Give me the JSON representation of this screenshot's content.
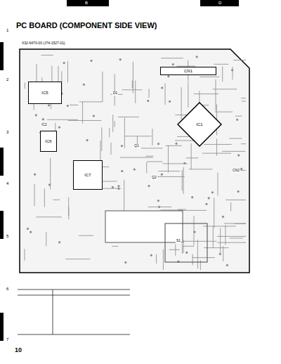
{
  "diagram": {
    "title": "PC BOARD (COMPONENT SIDE VIEW)",
    "nodes": [
      {
        "text": [
          "IC5"
        ]
      },
      {
        "text": [
          "CN1"
        ]
      },
      {
        "text": [
          "IC6"
        ]
      },
      {
        "text": [
          "IC7"
        ]
      },
      {
        "text": [
          "IC1"
        ]
      }
    ],
    "labels": [
      "B",
      "D",
      "1",
      "2",
      "3",
      "4",
      "5",
      "6",
      "7",
      "X32-6470-00 (J74-1527-01)",
      "10",
      "IC2",
      "Q1",
      "Q2",
      "D1",
      "CN2",
      "S1"
    ]
  }
}
